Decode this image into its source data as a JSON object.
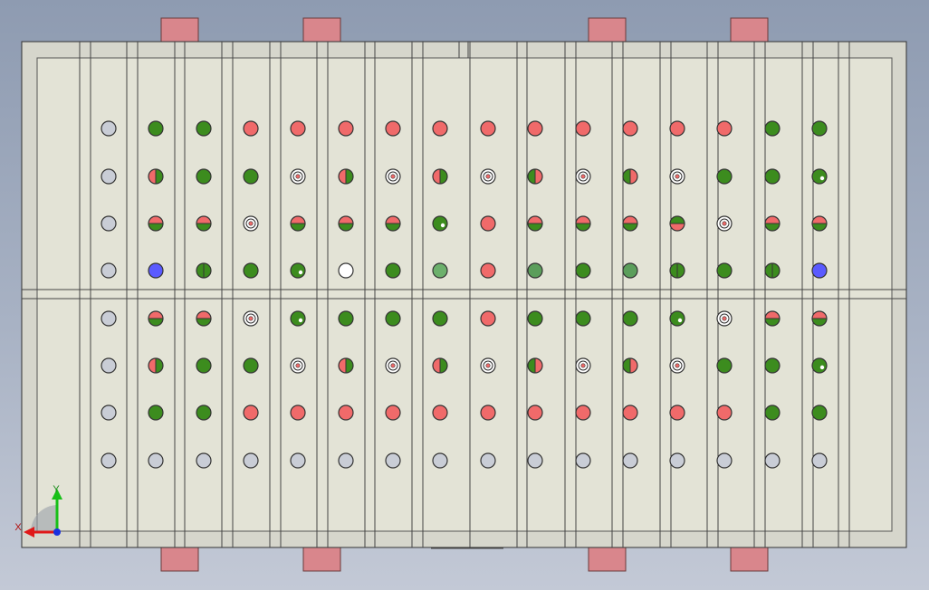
{
  "viewport": {
    "background": "gradient-gray-blue",
    "colors": {
      "red": "#f06a6a",
      "green": "#3c8c1e",
      "light_green": "#6cb06c",
      "mid_green": "#5b9e5b",
      "blue": "#5a5aff",
      "gray": "#c9cdd6",
      "white": "#ffffff",
      "tab": "#d9868c",
      "plate": "#e3e3d6",
      "frame": "#d6d6cc"
    }
  },
  "triad": {
    "x_label": "X",
    "y_label": "Y",
    "x_color": "#e01818",
    "y_color": "#18c018",
    "z_color": "#1830e0"
  },
  "grid": {
    "rows": [
      [
        "gray",
        "green",
        "green",
        "red",
        "red",
        "red",
        "red",
        "red",
        "red",
        "red",
        "red",
        "red",
        "red",
        "red",
        "green",
        "green"
      ],
      [
        "gray",
        "half-rg",
        "green",
        "green",
        "target",
        "half-rg",
        "target",
        "half-rg",
        "target",
        "half-gr",
        "target",
        "half-gr",
        "target",
        "green",
        "green",
        "green-dot"
      ],
      [
        "gray",
        "split-rg",
        "split-rg",
        "target",
        "split-rg",
        "split-rg",
        "split-rg",
        "green-dot",
        "red",
        "split-rg",
        "split-rg",
        "split-rg",
        "split-gr",
        "target",
        "split-rg",
        "split-rg"
      ],
      [
        "gray",
        "blue",
        "half-gg",
        "green",
        "green-dot",
        "white",
        "green",
        "light-green",
        "red",
        "mid-green",
        "green",
        "mid-green",
        "half-gg",
        "green",
        "half-gg",
        "blue"
      ],
      [
        "gray",
        "split-rg",
        "split-rg",
        "target",
        "green-dot",
        "green",
        "green",
        "green",
        "red",
        "green",
        "green",
        "green",
        "green-dot",
        "target",
        "split-rg",
        "split-rg"
      ],
      [
        "gray",
        "half-rg",
        "green",
        "green",
        "target",
        "half-rg",
        "target",
        "half-rg",
        "target",
        "half-gr",
        "target",
        "half-gr",
        "target",
        "green",
        "green",
        "green-dot"
      ],
      [
        "gray",
        "green",
        "green",
        "red",
        "red",
        "red",
        "red",
        "red",
        "red",
        "red",
        "red",
        "red",
        "red",
        "red",
        "green",
        "green"
      ],
      [
        "gray",
        "gray",
        "gray",
        "gray",
        "gray",
        "gray",
        "gray",
        "gray",
        "gray",
        "gray",
        "gray",
        "gray",
        "gray",
        "gray",
        "gray",
        "gray"
      ]
    ]
  }
}
